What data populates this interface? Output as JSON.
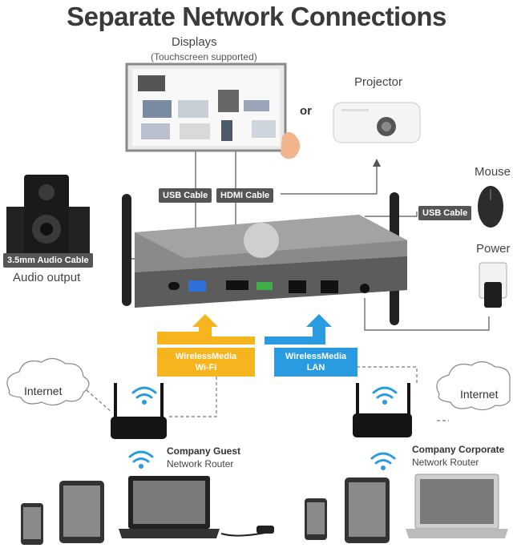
{
  "title": "Separate Network Connections",
  "displays": {
    "label": "Displays",
    "sublabel": "(Touchscreen supported)"
  },
  "or_label": "or",
  "projector_label": "Projector",
  "mouse_label": "Mouse",
  "power_label": "Power",
  "audio_output_label": "Audio output",
  "cables": {
    "usb_display": "USB Cable",
    "hdmi": "HDMI Cable",
    "usb_mouse": "USB Cable",
    "audio": "3.5mm Audio Cable"
  },
  "wireless": {
    "wifi_line1": "WirelessMedia",
    "wifi_line2": "Wi-Fi",
    "lan_line1": "WirelessMedia",
    "lan_line2": "LAN"
  },
  "internet_left": "Internet",
  "internet_right": "Internet",
  "router_guest": {
    "title": "Company Guest",
    "subtitle": "Network Router"
  },
  "router_corporate": {
    "title": "Company Corporate",
    "subtitle": "Network Router"
  },
  "colors": {
    "wifi": "#f6b51e",
    "lan": "#2a9be0",
    "tag": "#555555",
    "device": "#6b6b6b"
  }
}
